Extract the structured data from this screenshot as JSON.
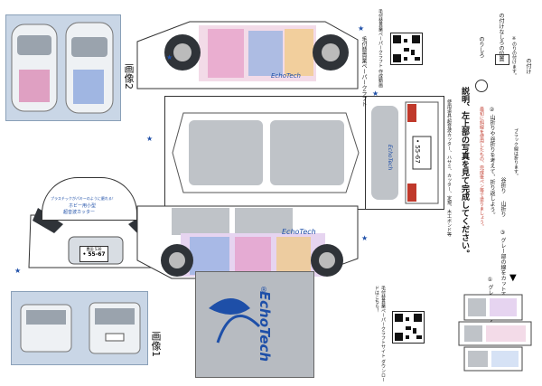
{
  "photos": {
    "photo2_caption": "画像2",
    "photo1_caption": "画像1"
  },
  "qr_top": {
    "text": "毛付替貫業ペーパークラフト 作成動画"
  },
  "qr_bottom": {
    "text": "毛付替貫業ペーパークラフトサイト ダウンロードはこちら！"
  },
  "brand": {
    "name": "EchoTech",
    "mark": "®",
    "side_logo": "EchoTech"
  },
  "plates": {
    "front_top": "豊田 530",
    "front_num": "• 55-67",
    "rear_num": "• 55-67"
  },
  "hood_note": {
    "line1": "プラスチックがパキーのように磨れる！",
    "line2": "ホビー用小型",
    "line3": "超音波カッター"
  },
  "sheet_label": "毛付替貫業ペーパークラフト",
  "instructions": {
    "heading": "説明、左上部の写真を見て完成してください。",
    "sub": "使用道具:超音波カッター、ハサミ、カッター、定規、木工ボンド等",
    "step1": "① グレー線をカットする",
    "step2": "② 山折りや谷折りを考えて、折り返しよう。",
    "step2b": "最初に斜線を使用したもの、完成後ペン等で塗りましょう。",
    "fold_mountain": "山折り",
    "fold_valley": "谷折り",
    "step3": "③ グレー部の線をカットする。",
    "black_fold": "ブラック線は折ります。"
  },
  "legend": {
    "glue_point": "のりしろ",
    "paste_title": "の付けなしろの位置",
    "paste_note": "※のりの付けます。",
    "mark_o": "の付け",
    "accent": "#1e4fa8"
  },
  "colors": {
    "accent": "#1e4fa8",
    "glass": "#bfc3c8",
    "body": "#ffffff",
    "dark": "#2f3338"
  }
}
